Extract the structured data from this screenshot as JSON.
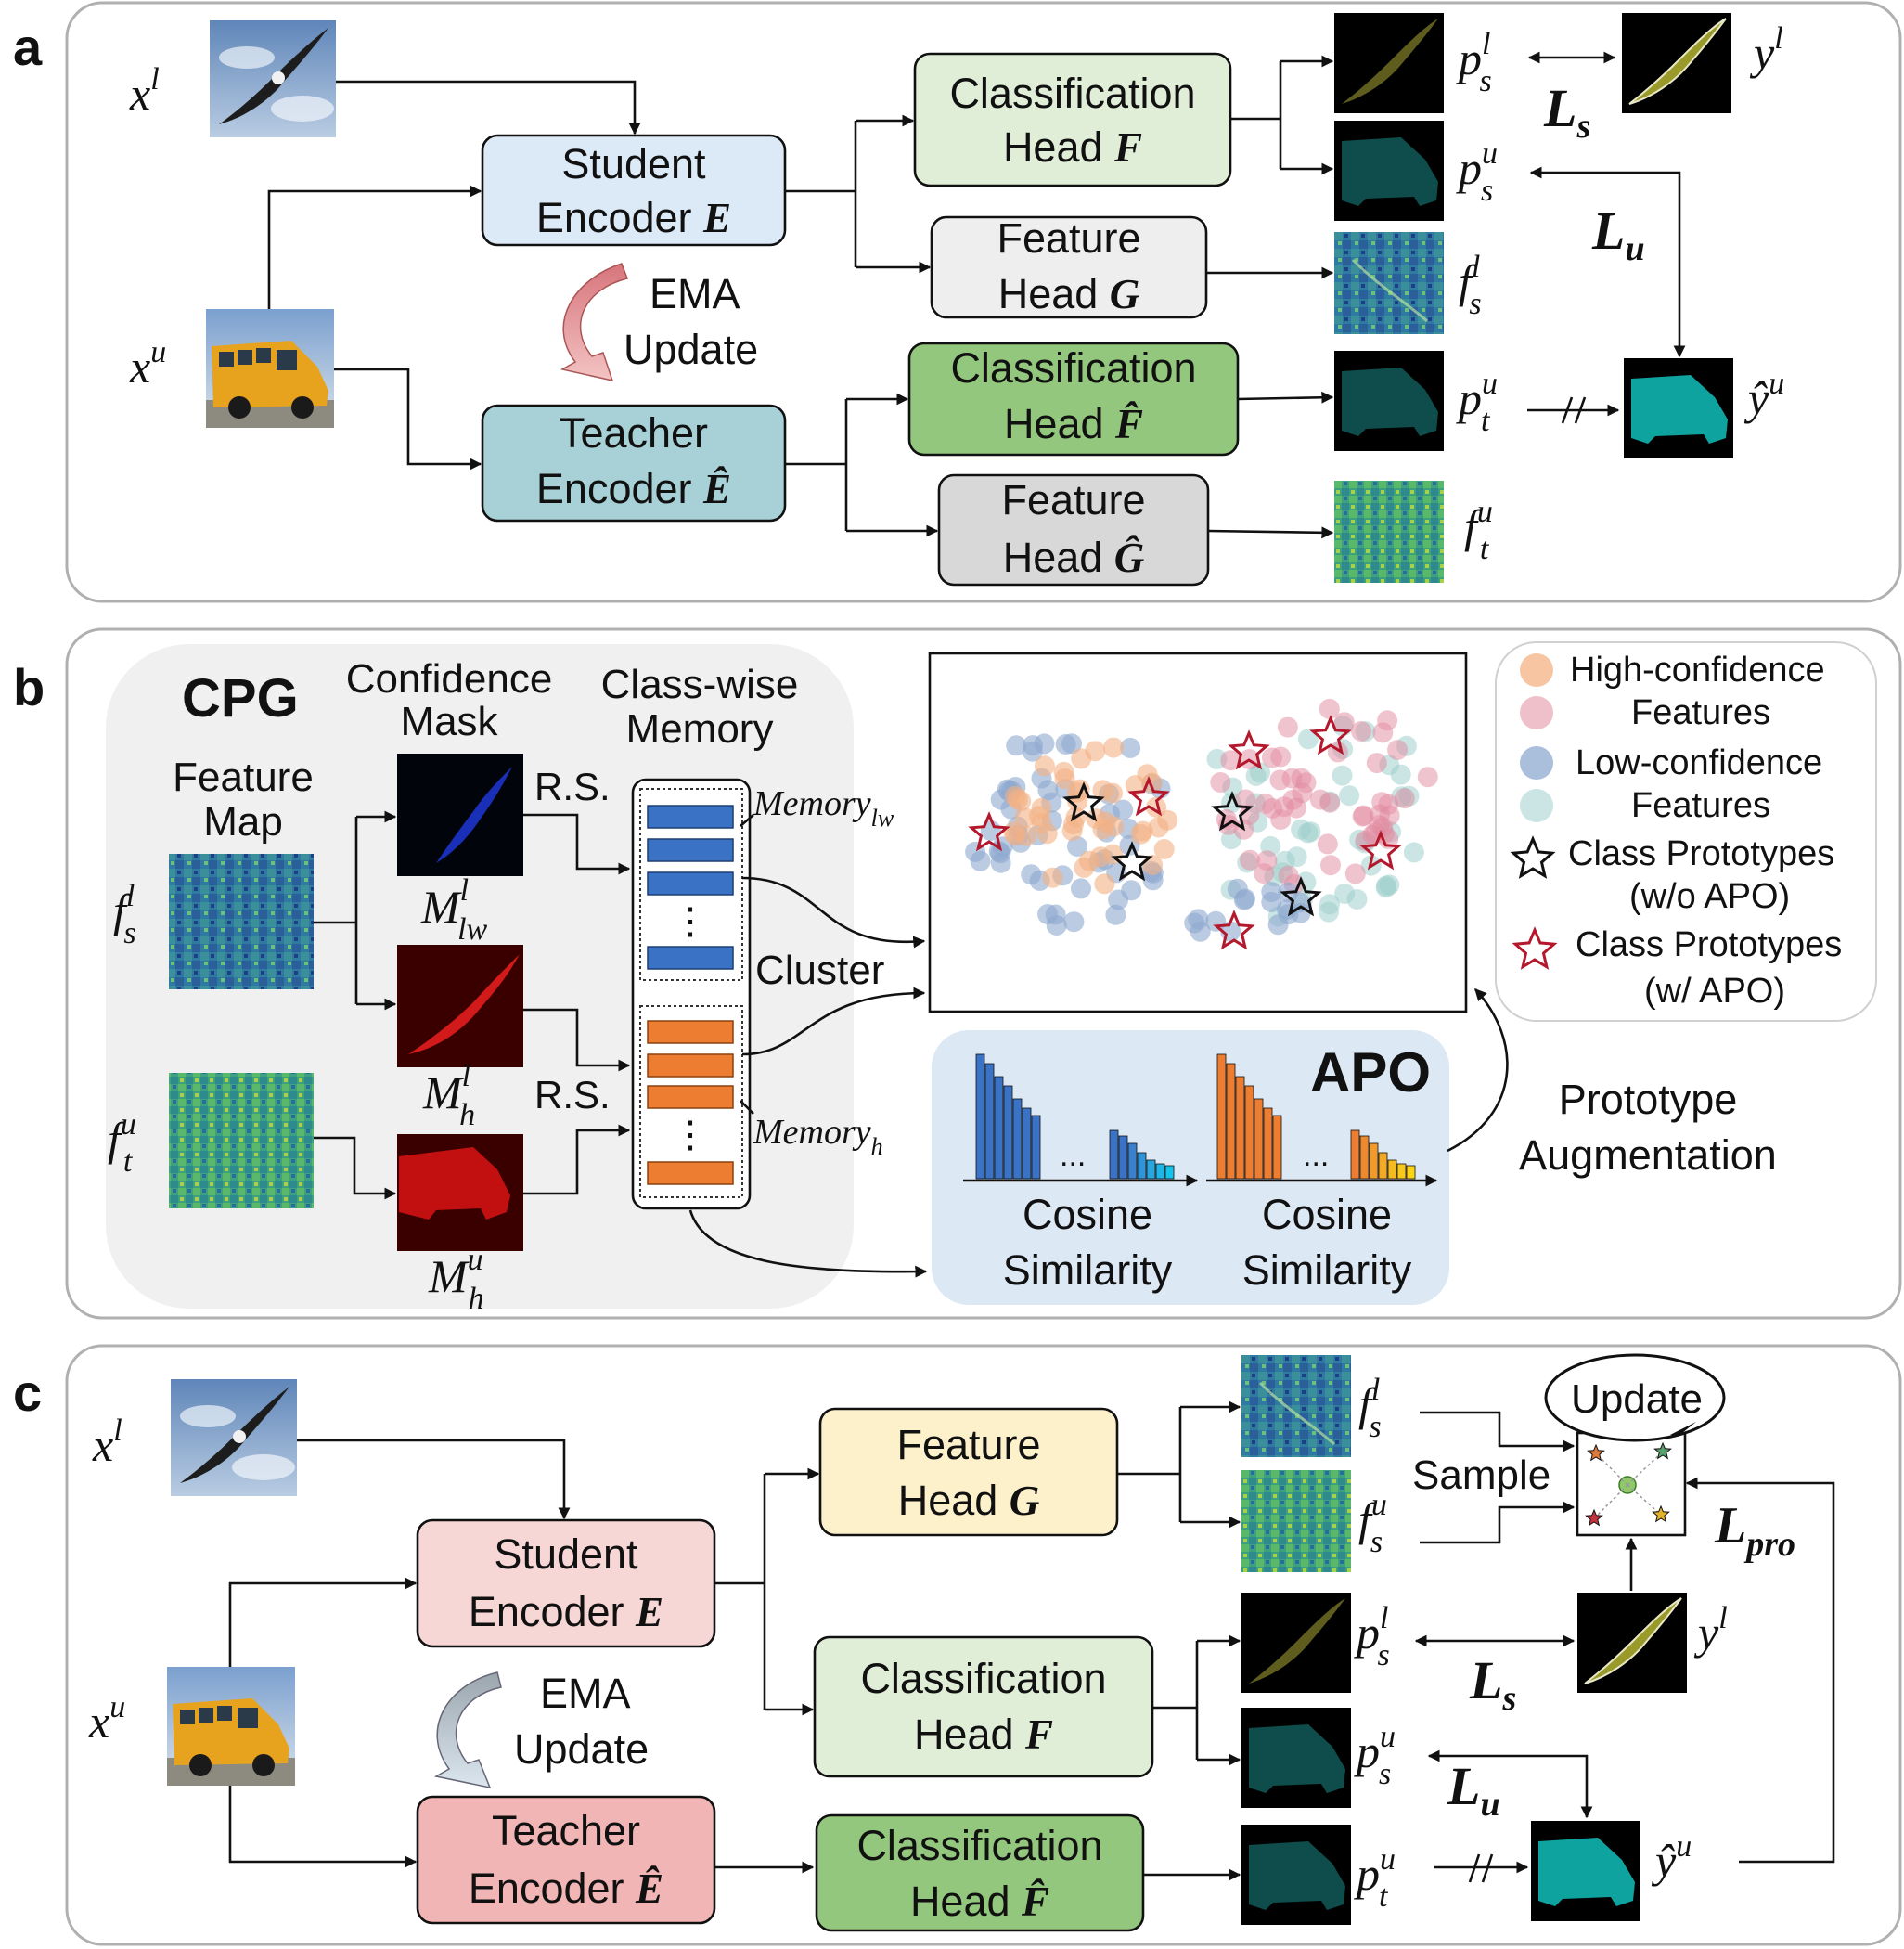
{
  "panel_labels": {
    "a": "a",
    "b": "b",
    "c": "c"
  },
  "colors": {
    "student_blue": "#dce9f6",
    "teacher_teal": "#a7d1d6",
    "cls_light_green": "#e0eed8",
    "cls_green": "#93c77d",
    "feat_gray_light": "#eeeeee",
    "feat_gray": "#d8d8d8",
    "student_pink": "#f7d6d6",
    "teacher_pink": "#f2b5b5",
    "feat_yellow": "#fdf1cc",
    "memory_blue": "#3a73c6",
    "memory_orange": "#ed7d31",
    "high_conf_orange": "#f4b183",
    "high_conf_pink": "#e28a9f",
    "low_conf_blue": "#8ea9cf",
    "low_conf_teal": "#9fcfcc",
    "prototype_red": "#b4182d",
    "apo_bg": "#dde8f5",
    "cpg_bg": "#f0f0f0"
  },
  "panel_a": {
    "x_labeled": "x",
    "x_labeled_sup": "l",
    "x_unlabeled": "x",
    "x_unlabeled_sup": "u",
    "student": {
      "line1": "Student",
      "line2": "Encoder",
      "sym": "E"
    },
    "teacher": {
      "line1": "Teacher",
      "line2": "Encoder",
      "sym": "Ê"
    },
    "ema": {
      "line1": "EMA",
      "line2": "Update"
    },
    "cls_head_s": {
      "line1": "Classification",
      "line2": "Head",
      "sym": "F"
    },
    "feat_head_s": {
      "line1": "Feature",
      "line2": "Head",
      "sym": "G"
    },
    "cls_head_t": {
      "line1": "Classification",
      "line2": "Head",
      "sym": "F̂"
    },
    "feat_head_t": {
      "line1": "Feature",
      "line2": "Head",
      "sym": "Ĝ"
    },
    "p_s_l": {
      "base": "p",
      "sup": "l",
      "sub": "s"
    },
    "p_s_u": {
      "base": "p",
      "sup": "u",
      "sub": "s"
    },
    "f_s_l": {
      "base": "f",
      "sup": "l",
      "sub": "s"
    },
    "p_t_u": {
      "base": "p",
      "sup": "u",
      "sub": "t"
    },
    "f_t_u": {
      "base": "f",
      "sup": "u",
      "sub": "t"
    },
    "y_l": {
      "base": "y",
      "sup": "l"
    },
    "y_hat_u": {
      "base": "ŷ",
      "sup": "u"
    },
    "loss_s": {
      "base": "L",
      "sub": "s"
    },
    "loss_u": {
      "base": "L",
      "sub": "u"
    }
  },
  "panel_b": {
    "cpg": "CPG",
    "confidence_mask": {
      "line1": "Confidence",
      "line2": "Mask"
    },
    "class_memory": {
      "line1": "Class-wise",
      "line2": "Memory"
    },
    "feature_map": {
      "line1": "Feature",
      "line2": "Map"
    },
    "f_s_l": {
      "base": "f",
      "sup": "l",
      "sub": "s"
    },
    "f_t_u": {
      "base": "f",
      "sup": "u",
      "sub": "t"
    },
    "m_lw_l": {
      "base": "M",
      "sup": "l",
      "sub": "lw"
    },
    "m_h_l": {
      "base": "M",
      "sup": "l",
      "sub": "h"
    },
    "m_h_u": {
      "base": "M",
      "sup": "u",
      "sub": "h"
    },
    "rs_top": "R.S.",
    "rs_bottom": "R.S.",
    "memory_lw": {
      "base": "Memory",
      "sub": "lw"
    },
    "memory_h": {
      "base": "Memory",
      "sub": "h"
    },
    "ellipsis": "⋮",
    "cluster": "Cluster",
    "apo": "APO",
    "cos_left": {
      "line1": "Cosine",
      "line2": "Similarity"
    },
    "cos_right": {
      "line1": "Cosine",
      "line2": "Similarity"
    },
    "dots": "...",
    "proto_aug": {
      "line1": "Prototype",
      "line2": "Augmentation"
    },
    "legend": {
      "high": {
        "line1": "High-confidence",
        "line2": "Features"
      },
      "low": {
        "line1": "Low-confidence",
        "line2": "Features"
      },
      "proto_wo": {
        "line1": "Class Prototypes",
        "line2": "(w/o APO)"
      },
      "proto_w": {
        "line1": "Class Prototypes",
        "line2": "(w/ APO)"
      }
    }
  },
  "panel_c": {
    "x_labeled": "x",
    "x_labeled_sup": "l",
    "x_unlabeled": "x",
    "x_unlabeled_sup": "u",
    "student": {
      "line1": "Student",
      "line2": "Encoder",
      "sym": "E"
    },
    "teacher": {
      "line1": "Teacher",
      "line2": "Encoder",
      "sym": "Ê"
    },
    "ema": {
      "line1": "EMA",
      "line2": "Update"
    },
    "feat_head": {
      "line1": "Feature",
      "line2": "Head",
      "sym": "G"
    },
    "cls_head_s": {
      "line1": "Classification",
      "line2": "Head",
      "sym": "F"
    },
    "cls_head_t": {
      "line1": "Classification",
      "line2": "Head",
      "sym": "F̂"
    },
    "f_s_l": {
      "base": "f",
      "sup": "l",
      "sub": "s"
    },
    "f_s_u": {
      "base": "f",
      "sup": "u",
      "sub": "s"
    },
    "p_s_l": {
      "base": "p",
      "sup": "l",
      "sub": "s"
    },
    "p_s_u": {
      "base": "p",
      "sup": "u",
      "sub": "s"
    },
    "p_t_u": {
      "base": "p",
      "sup": "u",
      "sub": "t"
    },
    "y_l": {
      "base": "y",
      "sup": "l"
    },
    "y_hat_u": {
      "base": "ŷ",
      "sup": "u"
    },
    "sample": "Sample",
    "update": "Update",
    "loss_pro": {
      "base": "L",
      "sub": "pro"
    },
    "loss_s": {
      "base": "L",
      "sub": "s"
    },
    "loss_u": {
      "base": "L",
      "sub": "u"
    }
  }
}
